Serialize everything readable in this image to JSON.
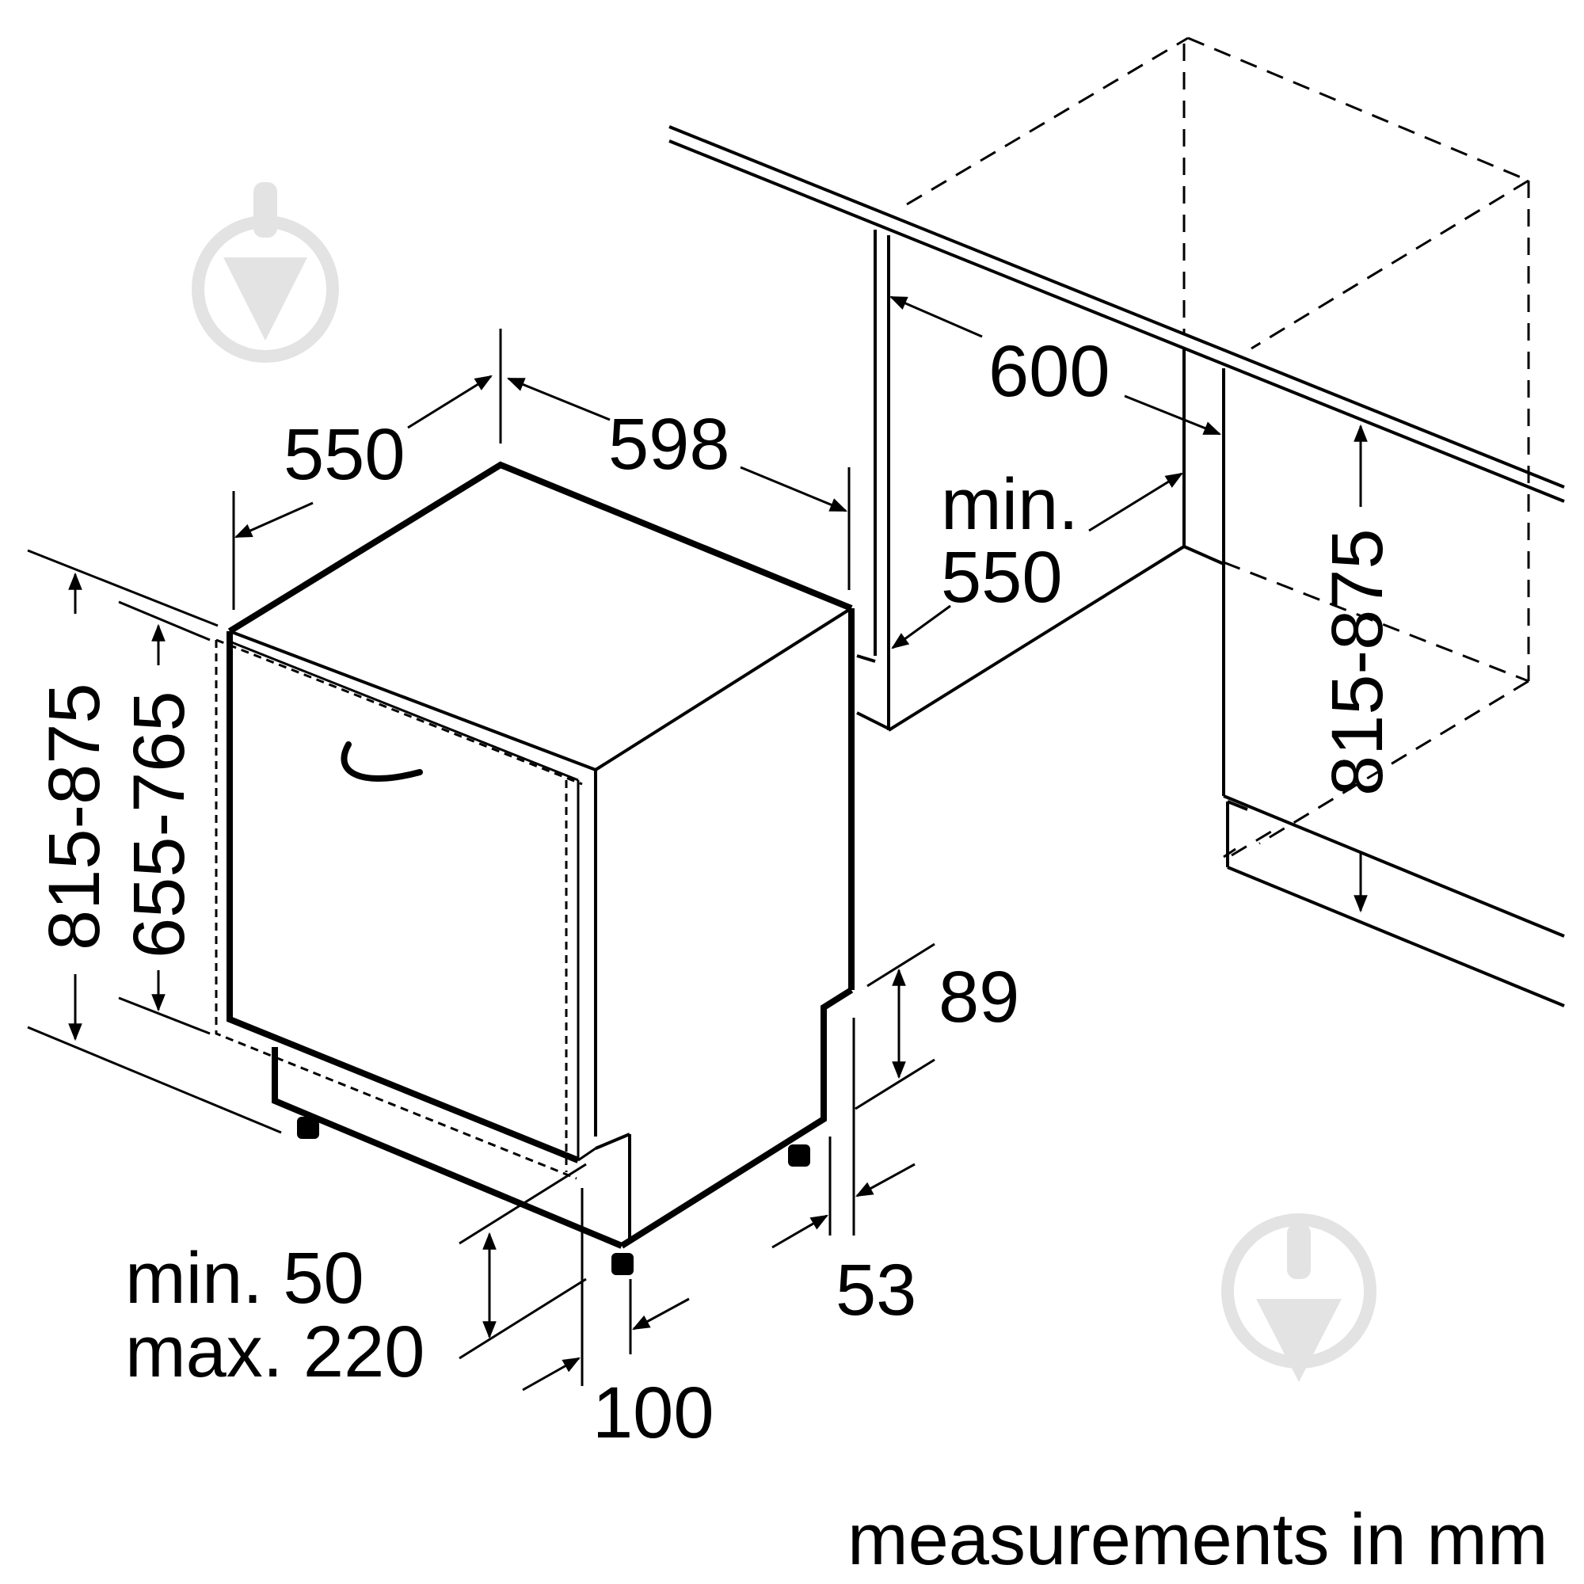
{
  "diagram": {
    "labels": {
      "depth_appliance": "550",
      "width_appliance": "598",
      "niche_width": "600",
      "niche_depth_min": "min.",
      "niche_depth_value": "550",
      "height_total": "815-875",
      "height_appliance": "655-765",
      "niche_height": "815-875",
      "plinth_height": "89",
      "plinth_recess": "53",
      "clearance_min": "min. 50",
      "clearance_max": "max. 220",
      "foot_offset": "100",
      "units_note": "measurements in mm"
    },
    "watermark_icon": "shovel-badge-icon",
    "colors": {
      "line": "#000000",
      "watermark": "#e3e3e3"
    }
  }
}
